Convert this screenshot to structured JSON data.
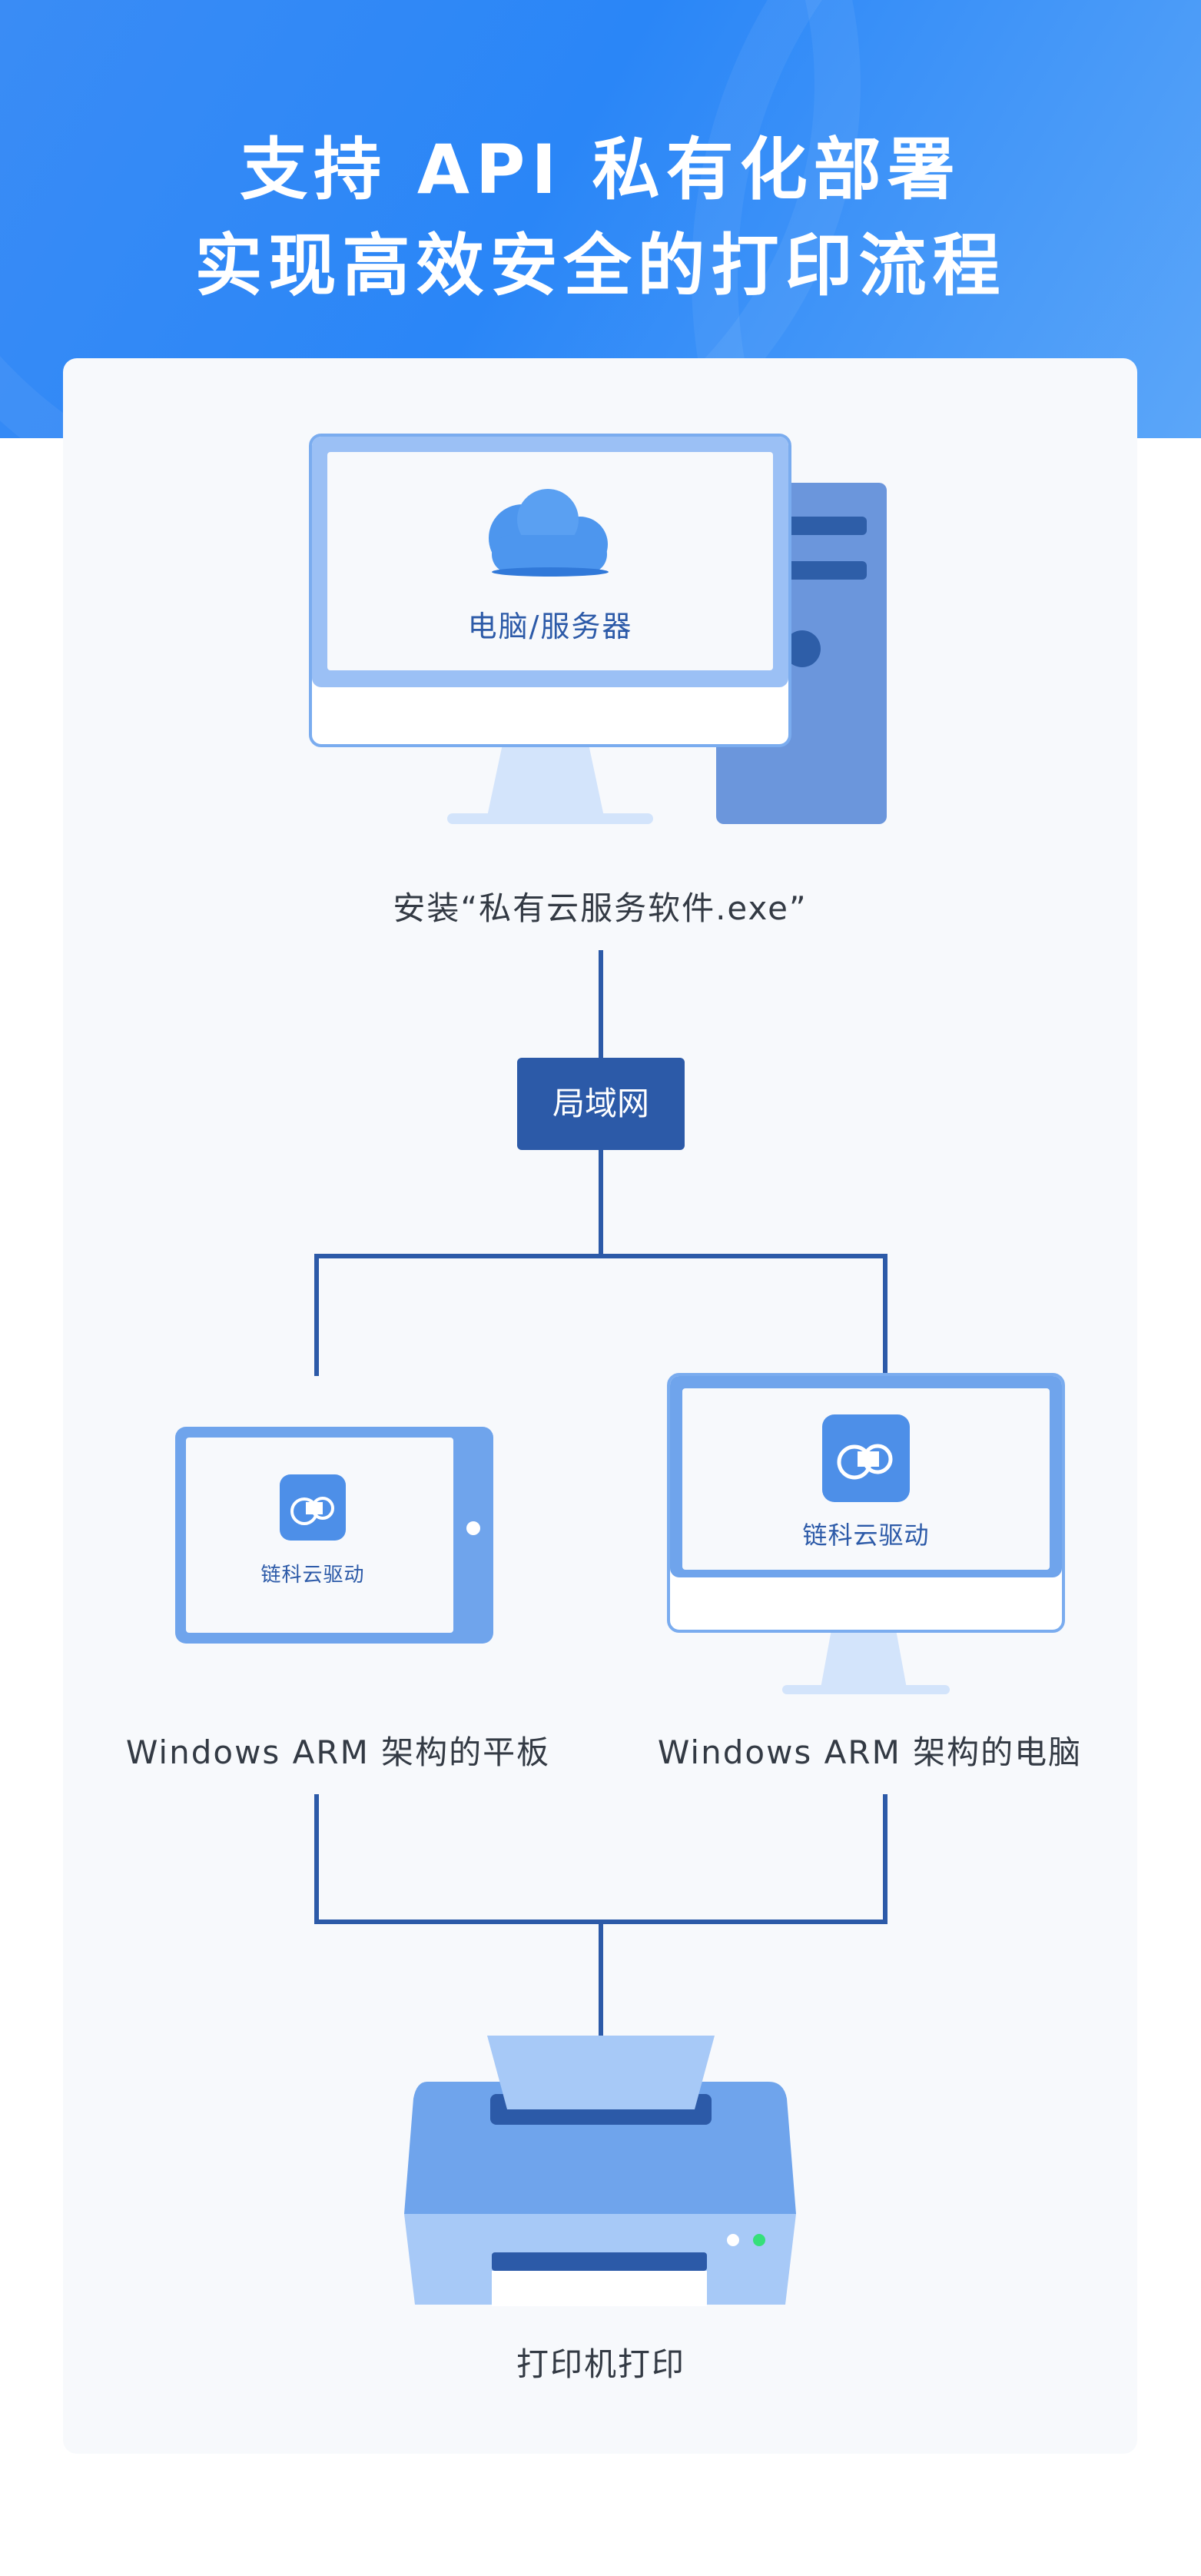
{
  "header": {
    "title_line1": "支持 API 私有化部署",
    "title_line2": "实现高效安全的打印流程"
  },
  "server": {
    "screen_label": "电脑/服务器",
    "caption": "安装“私有云服务软件.exe”"
  },
  "network": {
    "label": "局域网"
  },
  "tablet": {
    "app_label": "链科云驱动",
    "caption": "Windows  ARM 架构的平板"
  },
  "desktop": {
    "app_label": "链科云驱动",
    "caption": "Windows  ARM 架构的电脑"
  },
  "printer": {
    "caption": "打印机打印"
  },
  "colors": {
    "header_blue": "#2a86f7",
    "line_blue": "#2c5aa8",
    "device_blue": "#6fa4ec",
    "light_blue": "#a7c9f7",
    "pale_blue": "#d3e4fb"
  }
}
